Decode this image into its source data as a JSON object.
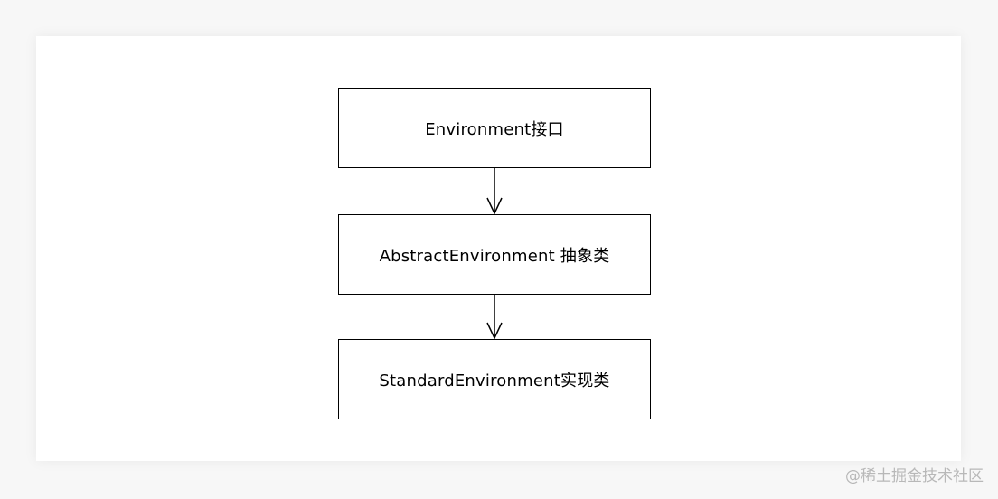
{
  "diagram": {
    "nodes": [
      {
        "label": "Environment接口"
      },
      {
        "label": "AbstractEnvironment 抽象类"
      },
      {
        "label": "StandardEnvironment实现类"
      }
    ]
  },
  "watermark": "@稀土掘金技术社区",
  "colors": {
    "background": "#f7f7f7",
    "card": "#ffffff",
    "stroke": "#000000",
    "watermark": "#b8b8b8"
  }
}
